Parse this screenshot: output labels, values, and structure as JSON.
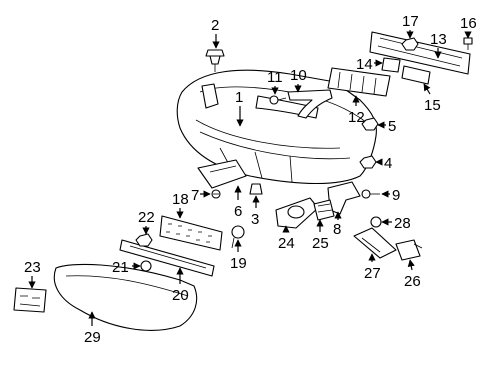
{
  "diagram": {
    "callouts": [
      "1",
      "2",
      "3",
      "4",
      "5",
      "6",
      "7",
      "8",
      "9",
      "10",
      "11",
      "12",
      "13",
      "14",
      "15",
      "16",
      "17",
      "18",
      "19",
      "20",
      "21",
      "22",
      "23",
      "24",
      "25",
      "26",
      "27",
      "28",
      "29"
    ]
  }
}
